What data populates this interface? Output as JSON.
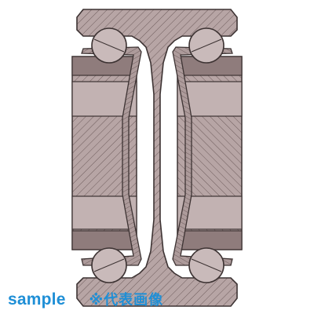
{
  "figure": {
    "type": "cross-section drawing of a ball-bearing drawer slide",
    "colors": {
      "background": "#ffffff",
      "section_fill": "#b7a5a5",
      "section_fill_dark": "#8f7c7c",
      "outline": "#3d3333",
      "hatch": "#6e5c5c",
      "ball_fill": "#c9baba"
    }
  },
  "caption": {
    "word": "sample",
    "note": "※代表画像",
    "color": "#1f8fd6"
  }
}
